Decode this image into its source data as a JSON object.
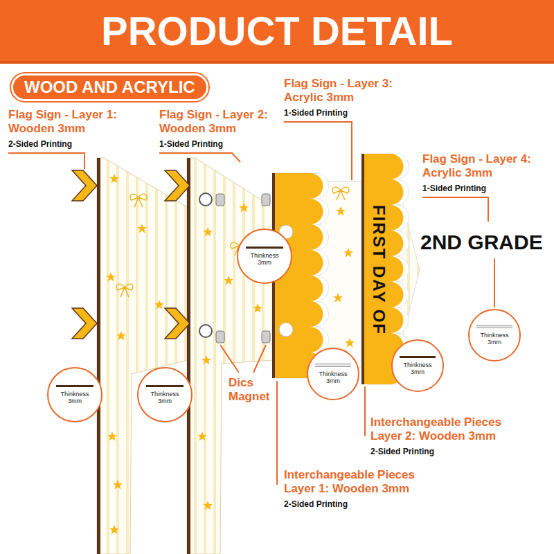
{
  "diagram": {
    "title": "PRODUCT DETAIL",
    "nodes": [
      {
        "text": [
          "WOOD AND ACRYLIC"
        ]
      },
      {
        "text": [
          "Thinkness 3mm"
        ]
      },
      {
        "text": [
          "Thinkness 3mm"
        ]
      },
      {
        "text": [
          "Thinkness 3mm"
        ]
      },
      {
        "text": [
          "Thinkness 3mm"
        ]
      },
      {
        "text": [
          "Thinkness 3mm"
        ]
      },
      {
        "text": [
          "Thinkness 3mm"
        ]
      }
    ],
    "labels": [
      "Flag Sign - Layer 1: Wooden 3mm",
      "2-Sided Printing",
      "Flag Sign - Layer 2: Wooden 3mm",
      "1-Sided Printing",
      "Flag Sign - Layer 3: Acrylic 3mm",
      "1-Sided Printing",
      "Flag Sign - Layer 4: Acrylic 3mm",
      "1-Sided Printing",
      "FIRST DAY OF",
      "2ND GRADE",
      "Dics Magnet",
      "Interchangeable Pieces Layer 2: Wooden 3mm",
      "2-Sided Printing",
      "Interchangeable Pieces Layer 1: Wooden 3mm",
      "2-Sided Printing"
    ]
  }
}
